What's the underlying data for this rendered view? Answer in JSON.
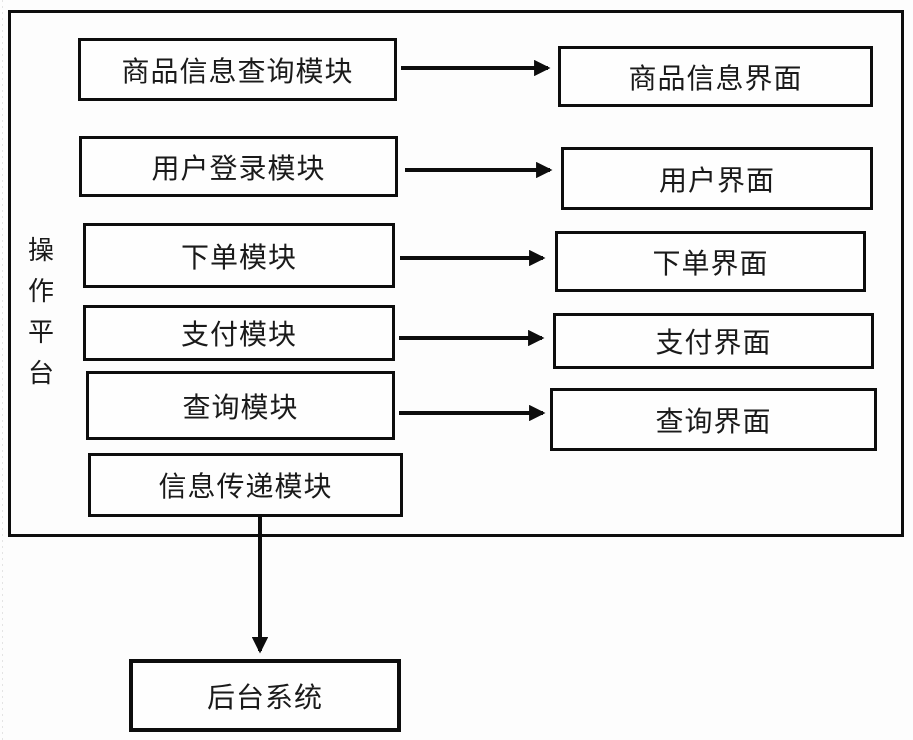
{
  "diagram": {
    "platform": {
      "label": "操作平台"
    },
    "modules": [
      {
        "label": "商品信息查询模块"
      },
      {
        "label": "用户登录模块"
      },
      {
        "label": "下单模块"
      },
      {
        "label": "支付模块"
      },
      {
        "label": "查询模块"
      },
      {
        "label": "信息传递模块"
      }
    ],
    "interfaces": [
      {
        "label": "商品信息界面"
      },
      {
        "label": "用户界面"
      },
      {
        "label": "下单界面"
      },
      {
        "label": "支付界面"
      },
      {
        "label": "查询界面"
      }
    ],
    "backend": {
      "label": "后台系统"
    },
    "colors": {
      "line": "#0d0d0d",
      "text": "#1a1a1a",
      "background": "#fdfdfd"
    }
  }
}
